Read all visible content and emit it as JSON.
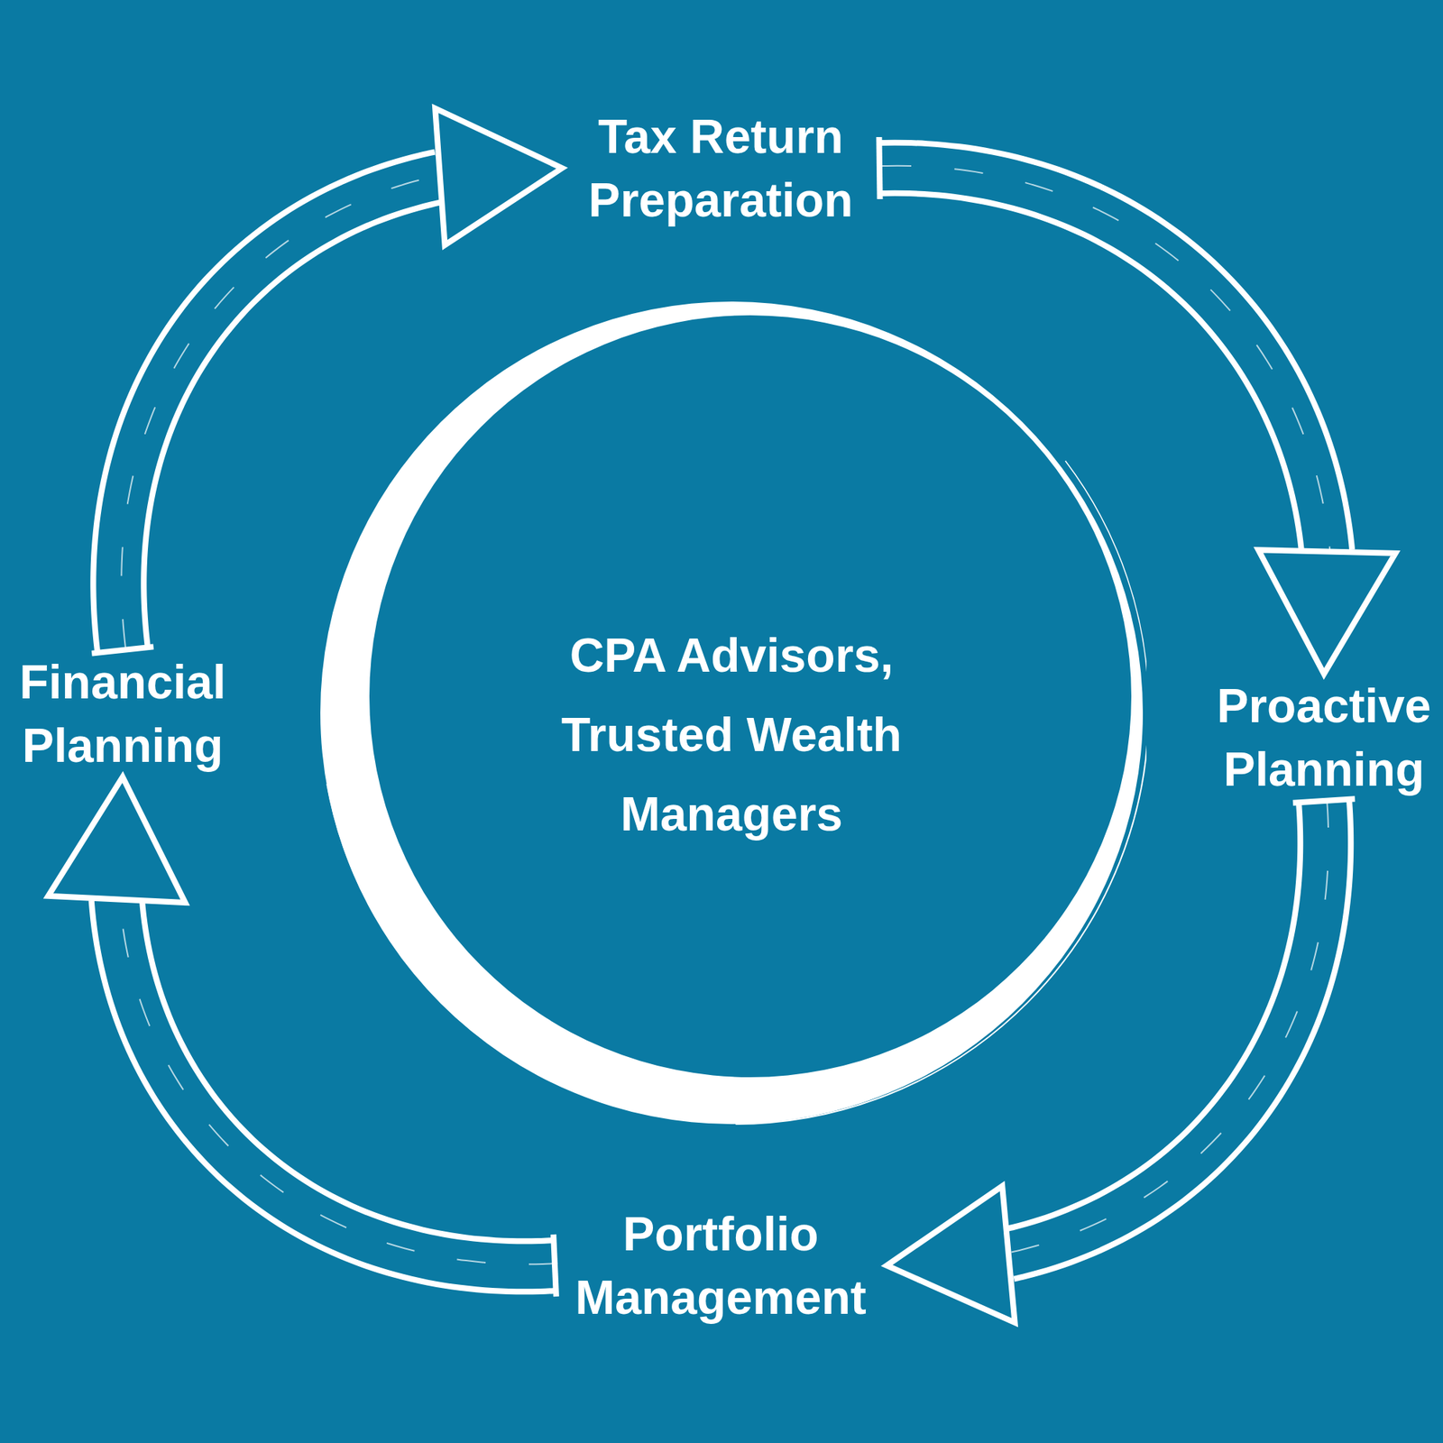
{
  "diagram": {
    "nodes": [
      {
        "text": [
          "Tax Return Preparation"
        ]
      },
      {
        "text": [
          "Financial Planning"
        ]
      },
      {
        "text": [
          "CPA Advisors, Trusted Wealth Managers"
        ]
      },
      {
        "text": [
          "Proactive Planning"
        ]
      },
      {
        "text": [
          "Portfolio Management"
        ]
      }
    ],
    "edges": [
      {
        "from": 0,
        "to": 3,
        "arrow": "to"
      },
      {
        "from": 3,
        "to": 4,
        "arrow": "to"
      },
      {
        "from": 4,
        "to": 1,
        "arrow": "to"
      },
      {
        "from": 1,
        "to": 0,
        "arrow": "to"
      }
    ]
  }
}
